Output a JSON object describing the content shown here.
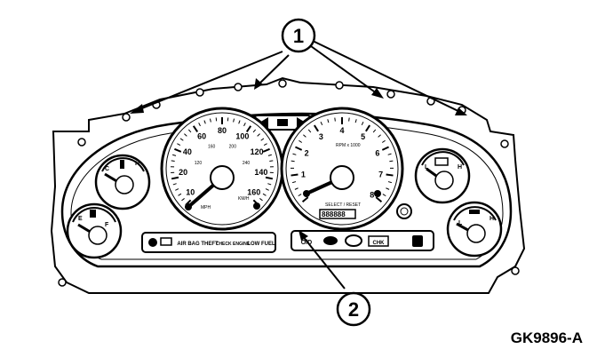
{
  "figure_code": "GK9896-A",
  "callouts": [
    {
      "label": "1"
    },
    {
      "label": "2"
    }
  ],
  "speedometer": {
    "major_ticks": [
      "10",
      "20",
      "40",
      "60",
      "80",
      "100",
      "120",
      "140",
      "160"
    ],
    "minor_ticks": [
      "120",
      "160",
      "200",
      "240"
    ],
    "unit_mph": "MPH",
    "unit_kmh": "KM/H"
  },
  "tachometer": {
    "numbers": [
      "1",
      "2",
      "3",
      "4",
      "5",
      "6",
      "7",
      "8"
    ],
    "unit": "RPM x 1000",
    "button_label": "SELECT / RESET",
    "odometer": "888888"
  },
  "gauges": {
    "fuel": {
      "low": "E",
      "high": "F"
    },
    "temp": {
      "low": "C",
      "high": "H"
    },
    "oil": {
      "low": "L",
      "high": "H"
    },
    "battery": {
      "low": "L",
      "high": "H"
    }
  },
  "warning_lights_left": [
    "AIR BAG",
    "THEFT",
    "CHECK ENGINE",
    "LOW FUEL"
  ],
  "warning_lights_right": [
    "O/D",
    "CHK"
  ]
}
